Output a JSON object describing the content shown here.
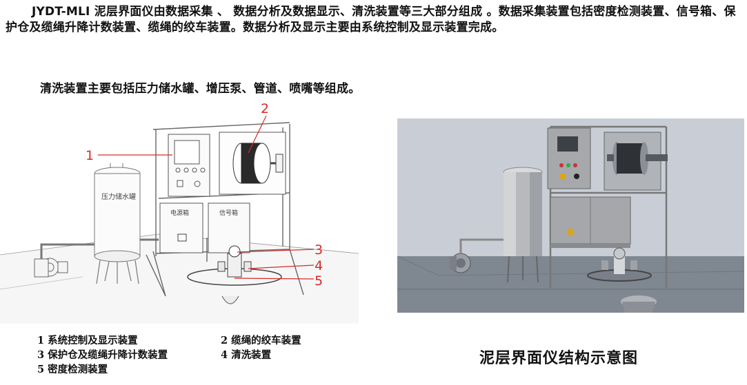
{
  "paragraphs": {
    "p1": "JYDT-MLI 泥层界面仪由数据采集 、 数据分析及数据显示、清洗装置等三大部分组成 。数据采集装置包括密度检测装置、信号箱、保护仓及缆绳升降计数装置、缆绳的绞车装置。数据分析及显示主要由系统控制及显示装置完成。",
    "p2": "清洗装置主要包括压力储水罐、增压泵、管道、喷嘴等组成。"
  },
  "left_figure": {
    "tank_label": "压力储水罐",
    "box1_label": "电源箱",
    "box2_label": "信号箱",
    "callouts": [
      "1",
      "2",
      "3",
      "4",
      "5"
    ]
  },
  "legend": {
    "item1": "1 系统控制及显示装置",
    "item2": "2 缆绳的绞车装置",
    "item3": "3 保护仓及缆绳升降计数装置",
    "item4": "4 清洗装置",
    "item5": "5 密度检测装置"
  },
  "caption": "泥层界面仪结构示意图",
  "colors": {
    "callout_red": "#d42a2a",
    "render_bg": "#c8cdd4",
    "render_floor": "#7d858f"
  }
}
